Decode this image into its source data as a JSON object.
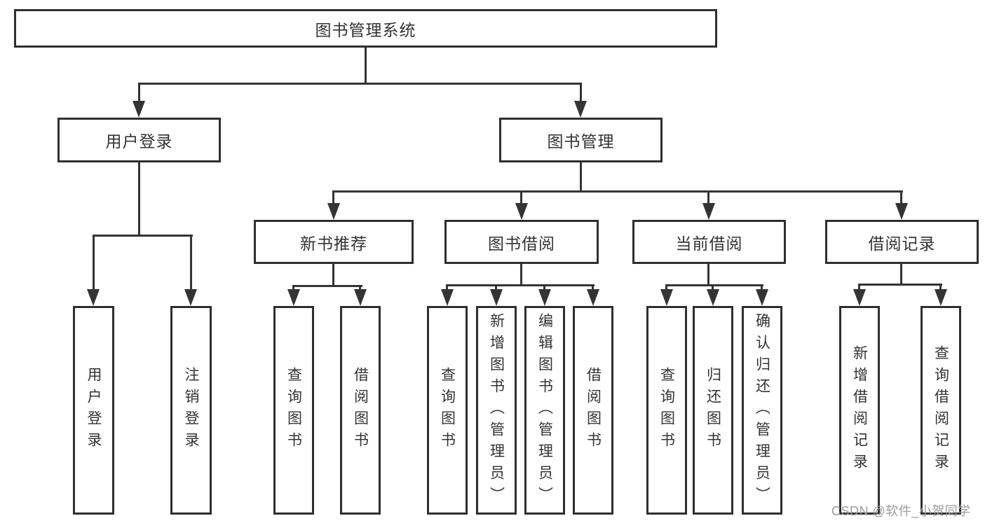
{
  "diagram": {
    "watermark": "CSDN @软件_小贺同学",
    "colors": {
      "line": "#343434",
      "box_border": "#2f2f2f",
      "text": "#333333",
      "watermark": "#9b9ba3",
      "background": "#ffffff"
    },
    "nodes": {
      "root": "图书管理系统",
      "user_login": "用户登录",
      "book_mgmt": "图书管理",
      "new_book_rec": "新书推荐",
      "book_borrow": "图书借阅",
      "current_borrow": "当前借阅",
      "borrow_records": "借阅记录",
      "leaf_user_login": "用户登录",
      "leaf_logout": "注销登录",
      "leaf_query_books_1": "查询图书",
      "leaf_borrow_books_1": "借阅图书",
      "leaf_query_books_2": "查询图书",
      "leaf_add_book": "新增图书（管理员）",
      "leaf_edit_book": "编辑图书（管理员）",
      "leaf_borrow_books_2": "借阅图书",
      "leaf_query_books_3": "查询图书",
      "leaf_return_book": "归还图书",
      "leaf_confirm_return": "确认归还（管理员）",
      "leaf_add_borrow_record": "新增借阅记录",
      "leaf_query_borrow_record": "查询借阅记录"
    },
    "hierarchy": {
      "root": [
        "user_login",
        "book_mgmt"
      ],
      "user_login": [
        "leaf_user_login",
        "leaf_logout"
      ],
      "book_mgmt": [
        "new_book_rec",
        "book_borrow",
        "current_borrow",
        "borrow_records"
      ],
      "new_book_rec": [
        "leaf_query_books_1",
        "leaf_borrow_books_1"
      ],
      "book_borrow": [
        "leaf_query_books_2",
        "leaf_add_book",
        "leaf_edit_book",
        "leaf_borrow_books_2"
      ],
      "current_borrow": [
        "leaf_query_books_3",
        "leaf_return_book",
        "leaf_confirm_return"
      ],
      "borrow_records": [
        "leaf_add_borrow_record",
        "leaf_query_borrow_record"
      ]
    }
  }
}
